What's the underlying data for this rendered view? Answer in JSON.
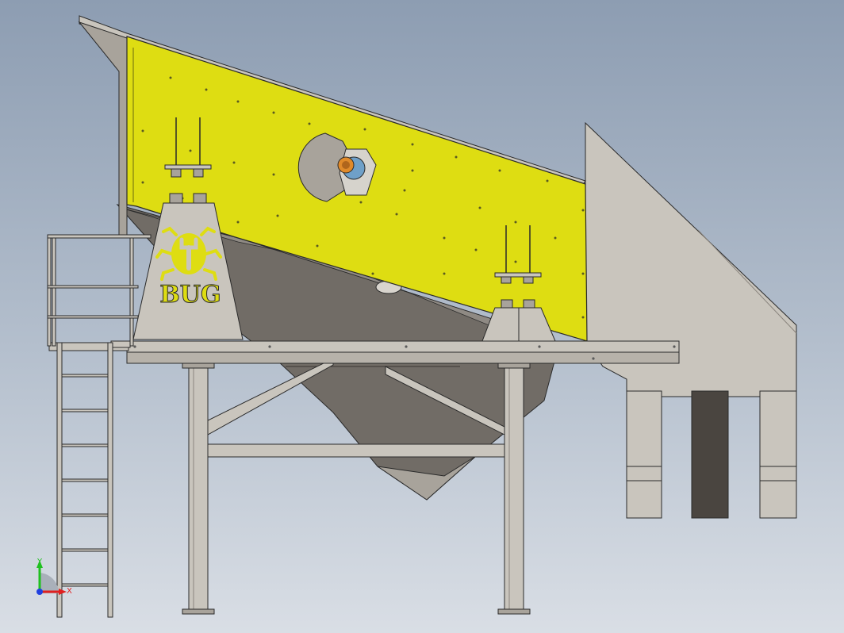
{
  "viewport": {
    "background_top": "#8d9db2",
    "background_bottom": "#d9dee5"
  },
  "colors": {
    "screen_yellow": "#dedd12",
    "steel_light": "#c9c5bd",
    "steel_mid": "#a8a39b",
    "hopper_dark": "#716c66",
    "chute_dark": "#4a4540",
    "outline": "#2a2a2a"
  },
  "logo": {
    "text": "BUG",
    "icon": "beetle-wrench-icon"
  },
  "triad": {
    "x_label": "X",
    "y_label": "Y",
    "x_color": "#e02020",
    "y_color": "#20c020",
    "z_color": "#2040e0"
  }
}
